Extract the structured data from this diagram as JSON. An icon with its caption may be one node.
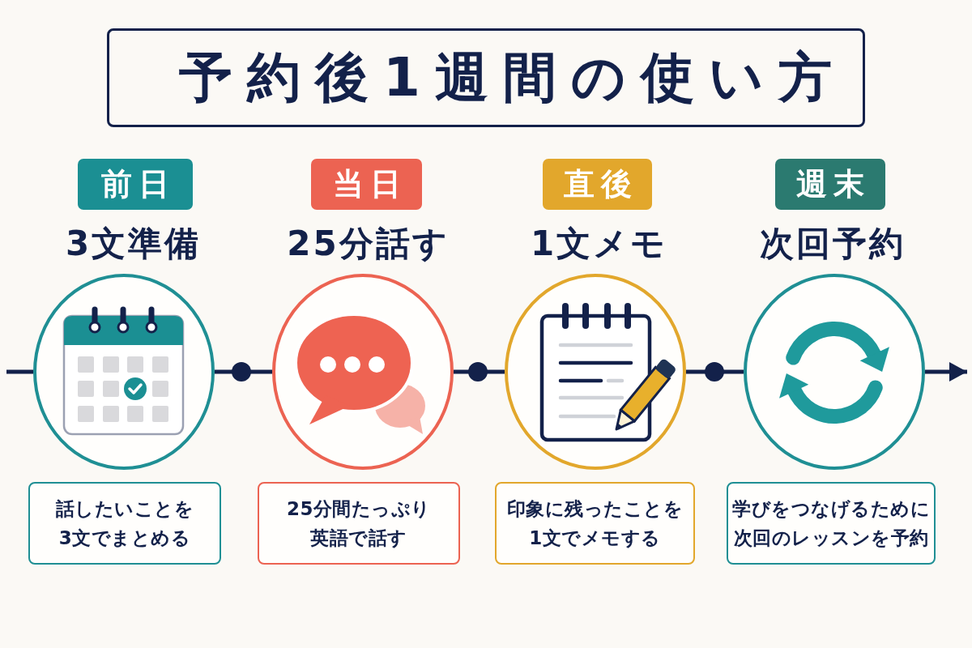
{
  "diagram": {
    "title": "予約後1週間の使い方",
    "nodes": [
      {
        "text": [
          "前日"
        ]
      },
      {
        "text": [],
        "shape": "circle",
        "beside": [
          "3文準備"
        ]
      },
      {
        "text": [
          "話したいことを3文でまとめる"
        ]
      },
      {
        "text": [
          "当日"
        ]
      },
      {
        "text": [],
        "shape": "circle",
        "beside": [
          "25分話す"
        ]
      },
      {
        "text": [
          "25分間たっぷり英語で話す"
        ]
      },
      {
        "text": [
          "直後"
        ]
      },
      {
        "text": [],
        "shape": "circle",
        "beside": [
          "1文メモ"
        ]
      },
      {
        "text": [
          "印象に残ったことを1文でメモする"
        ]
      },
      {
        "text": [
          "週末"
        ]
      },
      {
        "text": [],
        "shape": "circle",
        "beside": [
          "次回予約"
        ]
      },
      {
        "text": [
          "学びをつなげるために次回のレッスンを予約"
        ]
      }
    ],
    "edges": [
      {
        "from": null,
        "to": 1,
        "arrow": "none"
      },
      {
        "from": 1,
        "to": 4,
        "arrow": "none"
      },
      {
        "from": 4,
        "to": 7,
        "arrow": "none"
      },
      {
        "from": 7,
        "to": 10,
        "arrow": "none"
      },
      {
        "from": 10,
        "to": null,
        "arrow": "to"
      }
    ]
  }
}
